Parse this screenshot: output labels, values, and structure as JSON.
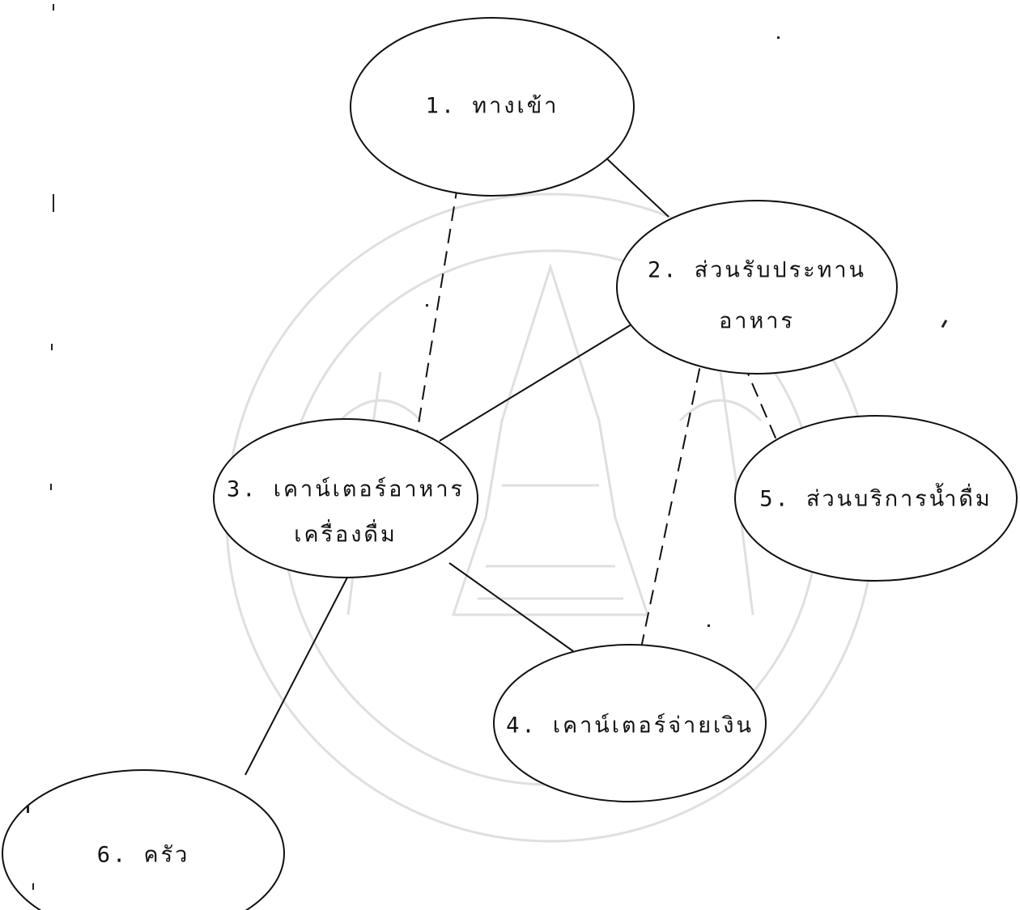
{
  "diagram": {
    "nodes": [
      {
        "id": "n1",
        "lines": [
          "1. ทางเข้า"
        ]
      },
      {
        "id": "n2",
        "lines": [
          "2. ส่วนรับประทาน",
          "อาหาร"
        ]
      },
      {
        "id": "n3",
        "lines": [
          "3. เคาน์เตอร์อาหาร",
          "เครื่องดื่ม"
        ]
      },
      {
        "id": "n4",
        "lines": [
          "4. เคาน์เตอร์จ่ายเงิน"
        ]
      },
      {
        "id": "n5",
        "lines": [
          "5. ส่วนบริการน้ำดื่ม"
        ]
      },
      {
        "id": "n6",
        "lines": [
          "6. ครัว"
        ]
      }
    ],
    "links": [
      {
        "from": "n1",
        "to": "n2",
        "style": "solid"
      },
      {
        "from": "n1",
        "to": "n3",
        "style": "dashed"
      },
      {
        "from": "n2",
        "to": "n3",
        "style": "solid"
      },
      {
        "from": "n2",
        "to": "n4",
        "style": "dashed"
      },
      {
        "from": "n2",
        "to": "n5",
        "style": "dashed"
      },
      {
        "from": "n3",
        "to": "n4",
        "style": "solid"
      },
      {
        "from": "n3",
        "to": "n6",
        "style": "solid"
      }
    ]
  }
}
